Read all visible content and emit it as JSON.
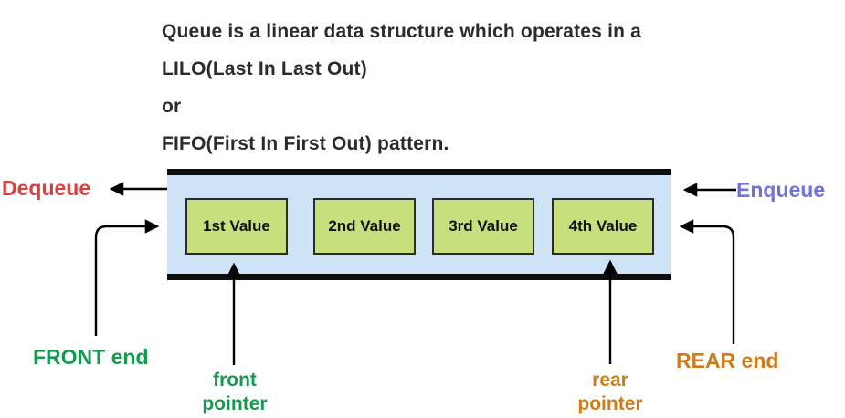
{
  "heading": {
    "lines": [
      "Queue is a linear data structure which operates in a",
      "LILO(Last In Last Out)",
      "or",
      "FIFO(First In First Out) pattern."
    ]
  },
  "diagram": {
    "queue": {
      "box_labels": [
        "1st Value",
        "2nd Value",
        "3rd Value",
        "4th Value"
      ]
    },
    "labels": {
      "dequeue": "Dequeue",
      "enqueue": "Enqueue",
      "front_end": "FRONT end",
      "front_pointer": "front pointer",
      "rear_pointer": "rear pointer",
      "rear_end": "REAR end"
    },
    "colors": {
      "dequeue_red": "#d8423e",
      "enqueue_purple": "#6e72d9",
      "front_green": "#14994e",
      "rear_orange": "#cf7c18",
      "queue_fill": "#cfe3f7",
      "queue_bar_black": "#0e0e0e",
      "box_fill": "#c6e07e",
      "box_border": "#2b2b2b",
      "arrow_black": "#000000",
      "heading_text": "#2b2b2b"
    }
  }
}
